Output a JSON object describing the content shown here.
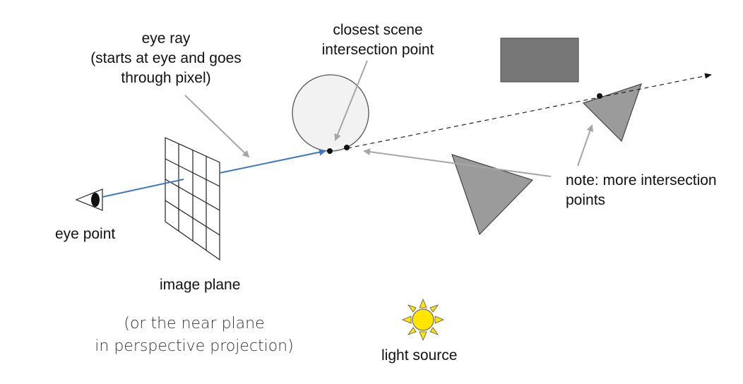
{
  "labels": {
    "eye_ray": [
      "eye ray",
      "(starts at eye and goes",
      "through pixel)"
    ],
    "closest_point": [
      "closest scene",
      "intersection point"
    ],
    "more_points": [
      "note: more intersection",
      "points"
    ],
    "eye_point": "eye point",
    "image_plane": "image plane",
    "near_plane_note": [
      "(or the near plane",
      "in perspective projection)"
    ],
    "light_source": "light source"
  },
  "colors": {
    "ray": "#3f78be",
    "arrow": "#a6a6a6",
    "rectangle": "#777777",
    "triangle": "#9b9b9b",
    "sphere": "#f2f2f2",
    "light": "#ffe500"
  }
}
